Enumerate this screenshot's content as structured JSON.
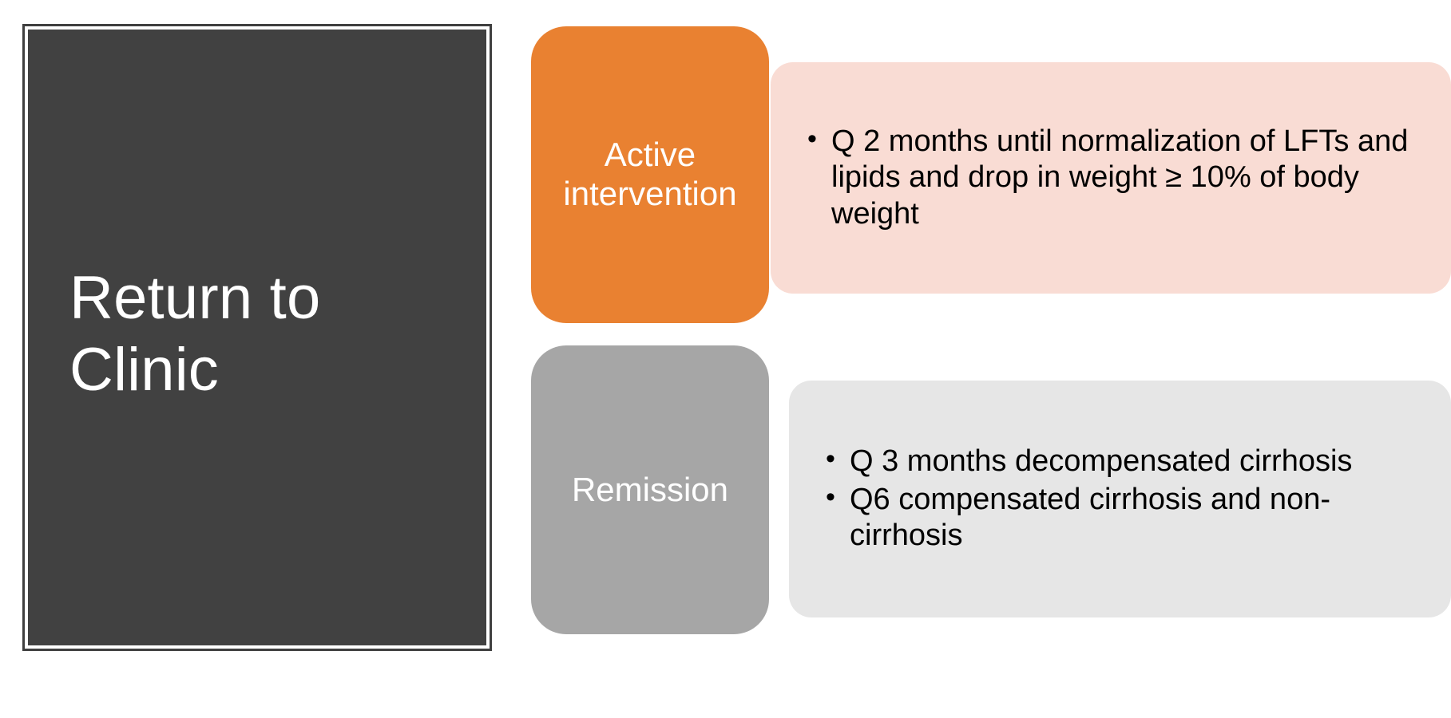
{
  "slide": {
    "title_panel": {
      "heading": "Return to\nClinic",
      "background_color": "#414141",
      "border_color": "#3f3f3f",
      "text_color": "#ffffff"
    },
    "rows": [
      {
        "id": "active-intervention",
        "chip_label": "Active\nintervention",
        "chip_color": "#E98131",
        "panel_color": "#F9DCD4",
        "bullets": [
          "Q 2 months until normalization of LFTs and lipids and drop in weight ≥ 10% of body weight"
        ]
      },
      {
        "id": "remission",
        "chip_label": "Remission",
        "chip_color": "#A6A6A6",
        "panel_color": "#E6E6E6",
        "bullets": [
          "Q 3 months decompensated cirrhosis",
          "Q6 compensated cirrhosis and non-cirrhosis"
        ]
      }
    ]
  }
}
